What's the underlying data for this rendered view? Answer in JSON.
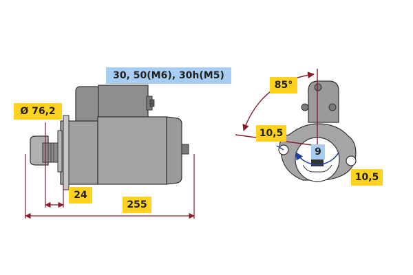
{
  "labels": {
    "terminals": "30, 50(M6), 30h(M5)",
    "diameter": "Ø 76,2",
    "flange_offset": "24",
    "overall_length": "255",
    "angle": "85°",
    "hole_left": "10,5",
    "hole_right": "10,5",
    "teeth": "9"
  },
  "colors": {
    "label_highlight": "#ffd21f",
    "terminal_highlight": "#a9cdf0",
    "dimension_line": "#8b1a2b",
    "body_gray": "#9a9a9a",
    "outline": "#333333",
    "accent_blue": "#1f3fa0"
  }
}
